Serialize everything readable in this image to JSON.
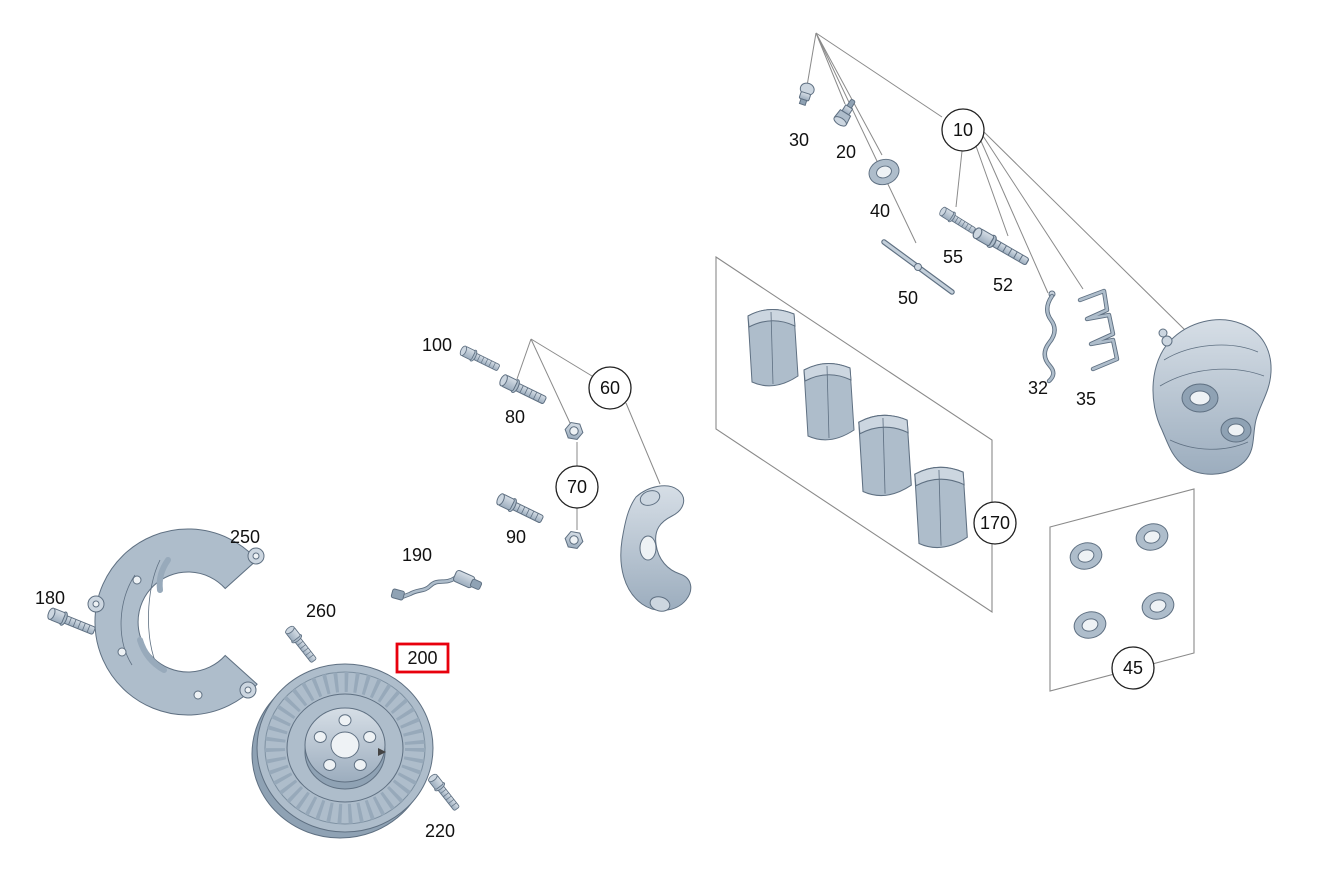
{
  "diagram": {
    "background": "#ffffff",
    "highlight_color": "#e8000d",
    "part_color": "#aebdcb",
    "outline_color": "#5f7082",
    "leader_line_color": "#8a8a8a",
    "highlighted_label": "200",
    "circled_labels": [
      "10",
      "60",
      "70",
      "170",
      "45"
    ]
  },
  "labels": {
    "n10": "10",
    "n20": "20",
    "n30": "30",
    "n32": "32",
    "n35": "35",
    "n40": "40",
    "n45": "45",
    "n50": "50",
    "n52": "52",
    "n55": "55",
    "n60": "60",
    "n70": "70",
    "n80": "80",
    "n90": "90",
    "n100": "100",
    "n170": "170",
    "n180": "180",
    "n190": "190",
    "n200": "200",
    "n220": "220",
    "n250": "250",
    "n260": "260"
  }
}
